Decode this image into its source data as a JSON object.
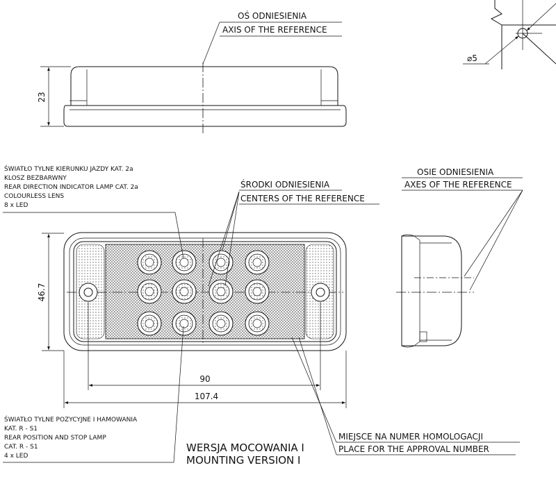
{
  "labels": {
    "axis_ref_pl": "OŚ ODNIESIENIA",
    "axis_ref_en": "AXIS OF THE REFERENCE",
    "diameter": "⌀5",
    "dim_height": "23",
    "dim_width_inner": "90",
    "dim_width_outer": "107.4",
    "dim_depth": "46.7",
    "direction_lamp": [
      "ŚWIATŁO TYLNE KIERUNKU JAZDY KAT. 2a",
      "KLOSZ  BEZBARWNY",
      "REAR DIRECTION  INDICATOR LAMP CAT. 2a",
      "COLOURLESS LENS",
      "8 x LED"
    ],
    "centers_pl": "ŚRODKI ODNIESIENIA",
    "centers_en": "CENTERS OF THE REFERENCE",
    "axes_pl": "OSIE ODNIESIENIA",
    "axes_en": "AXES OF THE REFERENCE",
    "position_lamp": [
      "ŚWIATŁO TYLNE POZYCYJNE I HAMOWANIA",
      "KAT. R - S1",
      "REAR POSITION AND STOP LAMP",
      "CAT. R - S1",
      "4 x LED"
    ],
    "mounting_pl": "WERSJA MOCOWANIA I",
    "mounting_en": "MOUNTING VERSION I",
    "approval_pl": "MIEJSCE NA NUMER HOMOLOGACJI",
    "approval_en": "PLACE FOR THE APPROVAL NUMBER"
  }
}
